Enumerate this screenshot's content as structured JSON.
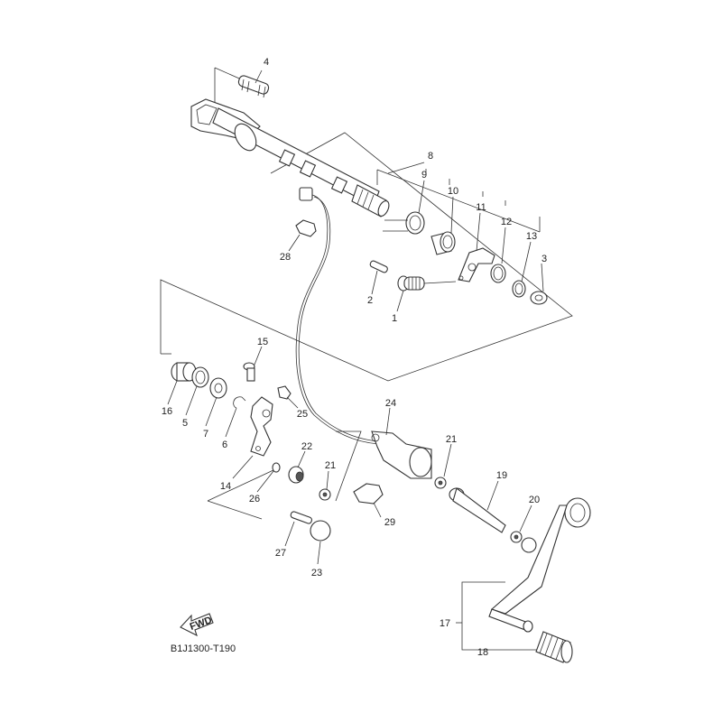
{
  "diagram": {
    "title": "Shift shaft exploded parts diagram",
    "code": "B1J1300-T190",
    "direction_arrow": "FWD",
    "callouts": [
      {
        "id": "c1",
        "label": "1"
      },
      {
        "id": "c2",
        "label": "2"
      },
      {
        "id": "c3",
        "label": "3"
      },
      {
        "id": "c4",
        "label": "4"
      },
      {
        "id": "c5",
        "label": "5"
      },
      {
        "id": "c6",
        "label": "6"
      },
      {
        "id": "c7",
        "label": "7"
      },
      {
        "id": "c8",
        "label": "8"
      },
      {
        "id": "c9",
        "label": "9"
      },
      {
        "id": "c10",
        "label": "10"
      },
      {
        "id": "c11",
        "label": "11"
      },
      {
        "id": "c12",
        "label": "12"
      },
      {
        "id": "c13",
        "label": "13"
      },
      {
        "id": "c14",
        "label": "14"
      },
      {
        "id": "c15",
        "label": "15"
      },
      {
        "id": "c16",
        "label": "16"
      },
      {
        "id": "c17",
        "label": "17"
      },
      {
        "id": "c18",
        "label": "18"
      },
      {
        "id": "c19",
        "label": "19"
      },
      {
        "id": "c20",
        "label": "20"
      },
      {
        "id": "c21a",
        "label": "21"
      },
      {
        "id": "c21b",
        "label": "21"
      },
      {
        "id": "c22",
        "label": "22"
      },
      {
        "id": "c23",
        "label": "23"
      },
      {
        "id": "c24",
        "label": "24"
      },
      {
        "id": "c25",
        "label": "25"
      },
      {
        "id": "c26",
        "label": "26"
      },
      {
        "id": "c27",
        "label": "27"
      },
      {
        "id": "c28",
        "label": "28"
      },
      {
        "id": "c29",
        "label": "29"
      }
    ]
  }
}
